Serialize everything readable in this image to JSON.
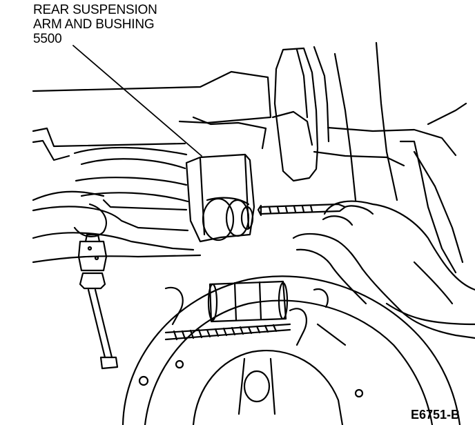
{
  "callout": {
    "line1": "REAR SUSPENSION",
    "line2": "ARM AND BUSHING",
    "part_number": "5500"
  },
  "figure_id": "E6751-B",
  "colors": {
    "ink": "#000000",
    "paper": "#ffffff"
  }
}
